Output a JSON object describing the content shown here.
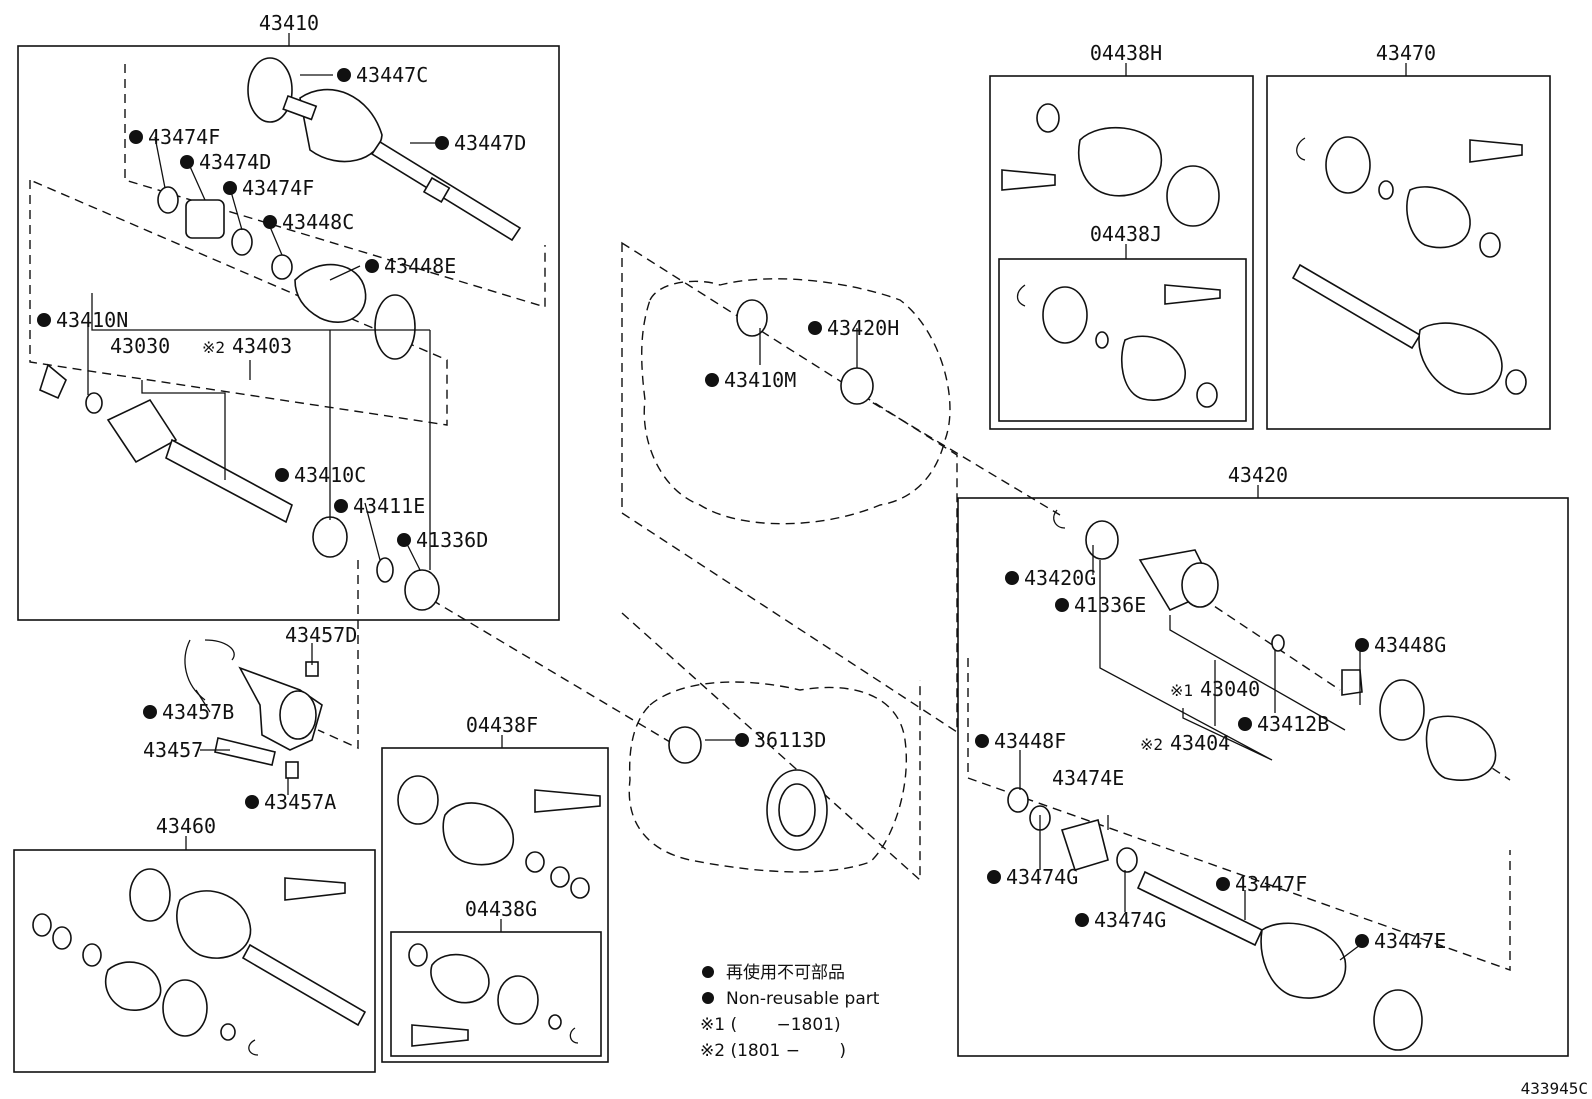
{
  "groups": {
    "g43410": "43410",
    "g04438H": "04438H",
    "g04438J": "04438J",
    "g43470": "43470",
    "g43420": "43420",
    "g43460": "43460",
    "g04438F": "04438F",
    "g04438G": "04438G"
  },
  "parts": {
    "p43447C": "43447C",
    "p43447D": "43447D",
    "p43474F_a": "43474F",
    "p43474D": "43474D",
    "p43474F_b": "43474F",
    "p43448C": "43448C",
    "p43448E": "43448E",
    "p43410N": "43410N",
    "p43030": "43030",
    "p43403": "43403",
    "p43403_mark": "※2",
    "p43410C": "43410C",
    "p43411E": "43411E",
    "p41336D": "41336D",
    "p43457D": "43457D",
    "p43457B": "43457B",
    "p43457": "43457",
    "p43457A": "43457A",
    "p43410M": "43410M",
    "p43420H": "43420H",
    "p36113D": "36113D",
    "p43420G": "43420G",
    "p41336E": "41336E",
    "p43040": "43040",
    "p43040_mark": "※1",
    "p43404": "43404",
    "p43404_mark": "※2",
    "p43412B": "43412B",
    "p43448G": "43448G",
    "p43448F": "43448F",
    "p43474E": "43474E",
    "p43474G_a": "43474G",
    "p43474G_b": "43474G",
    "p43447F": "43447F",
    "p43447E": "43447E"
  },
  "legend": {
    "jp": "再使用不可部品",
    "en": "Non-reusable part",
    "note1": "※1 (　　 −1801)",
    "note2": "※2 (1801 −　　 )"
  },
  "drawing_id": "433945C"
}
